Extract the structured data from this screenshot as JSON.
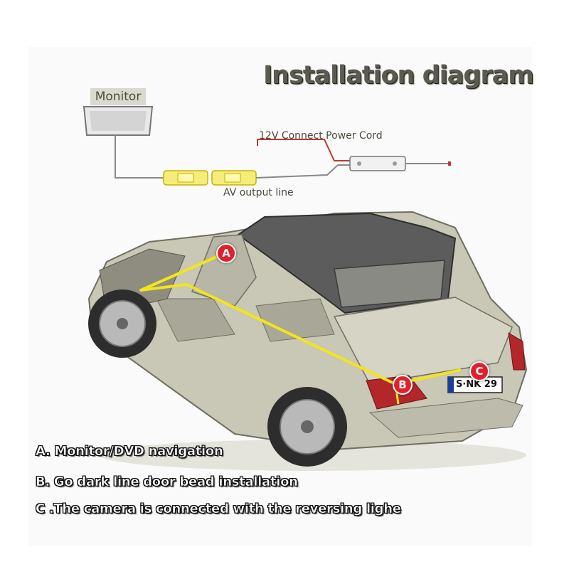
{
  "title": "Installation diagram",
  "wiring": {
    "monitor_label": "Monitor",
    "power_label": "12V Connect Power Cord",
    "av_label": "AV output line"
  },
  "callouts": {
    "a": "A",
    "b": "B",
    "c": "C"
  },
  "plate_text": "S·NK 29",
  "legend": [
    "A. Monitor/DVD navigation",
    "B. Go dark line door bead installation",
    "C .The camera is connected with the reversing lighe"
  ],
  "colors": {
    "route_line": "#f2e51c",
    "power_wire": "#c0392b",
    "callout": "#e0212c"
  }
}
